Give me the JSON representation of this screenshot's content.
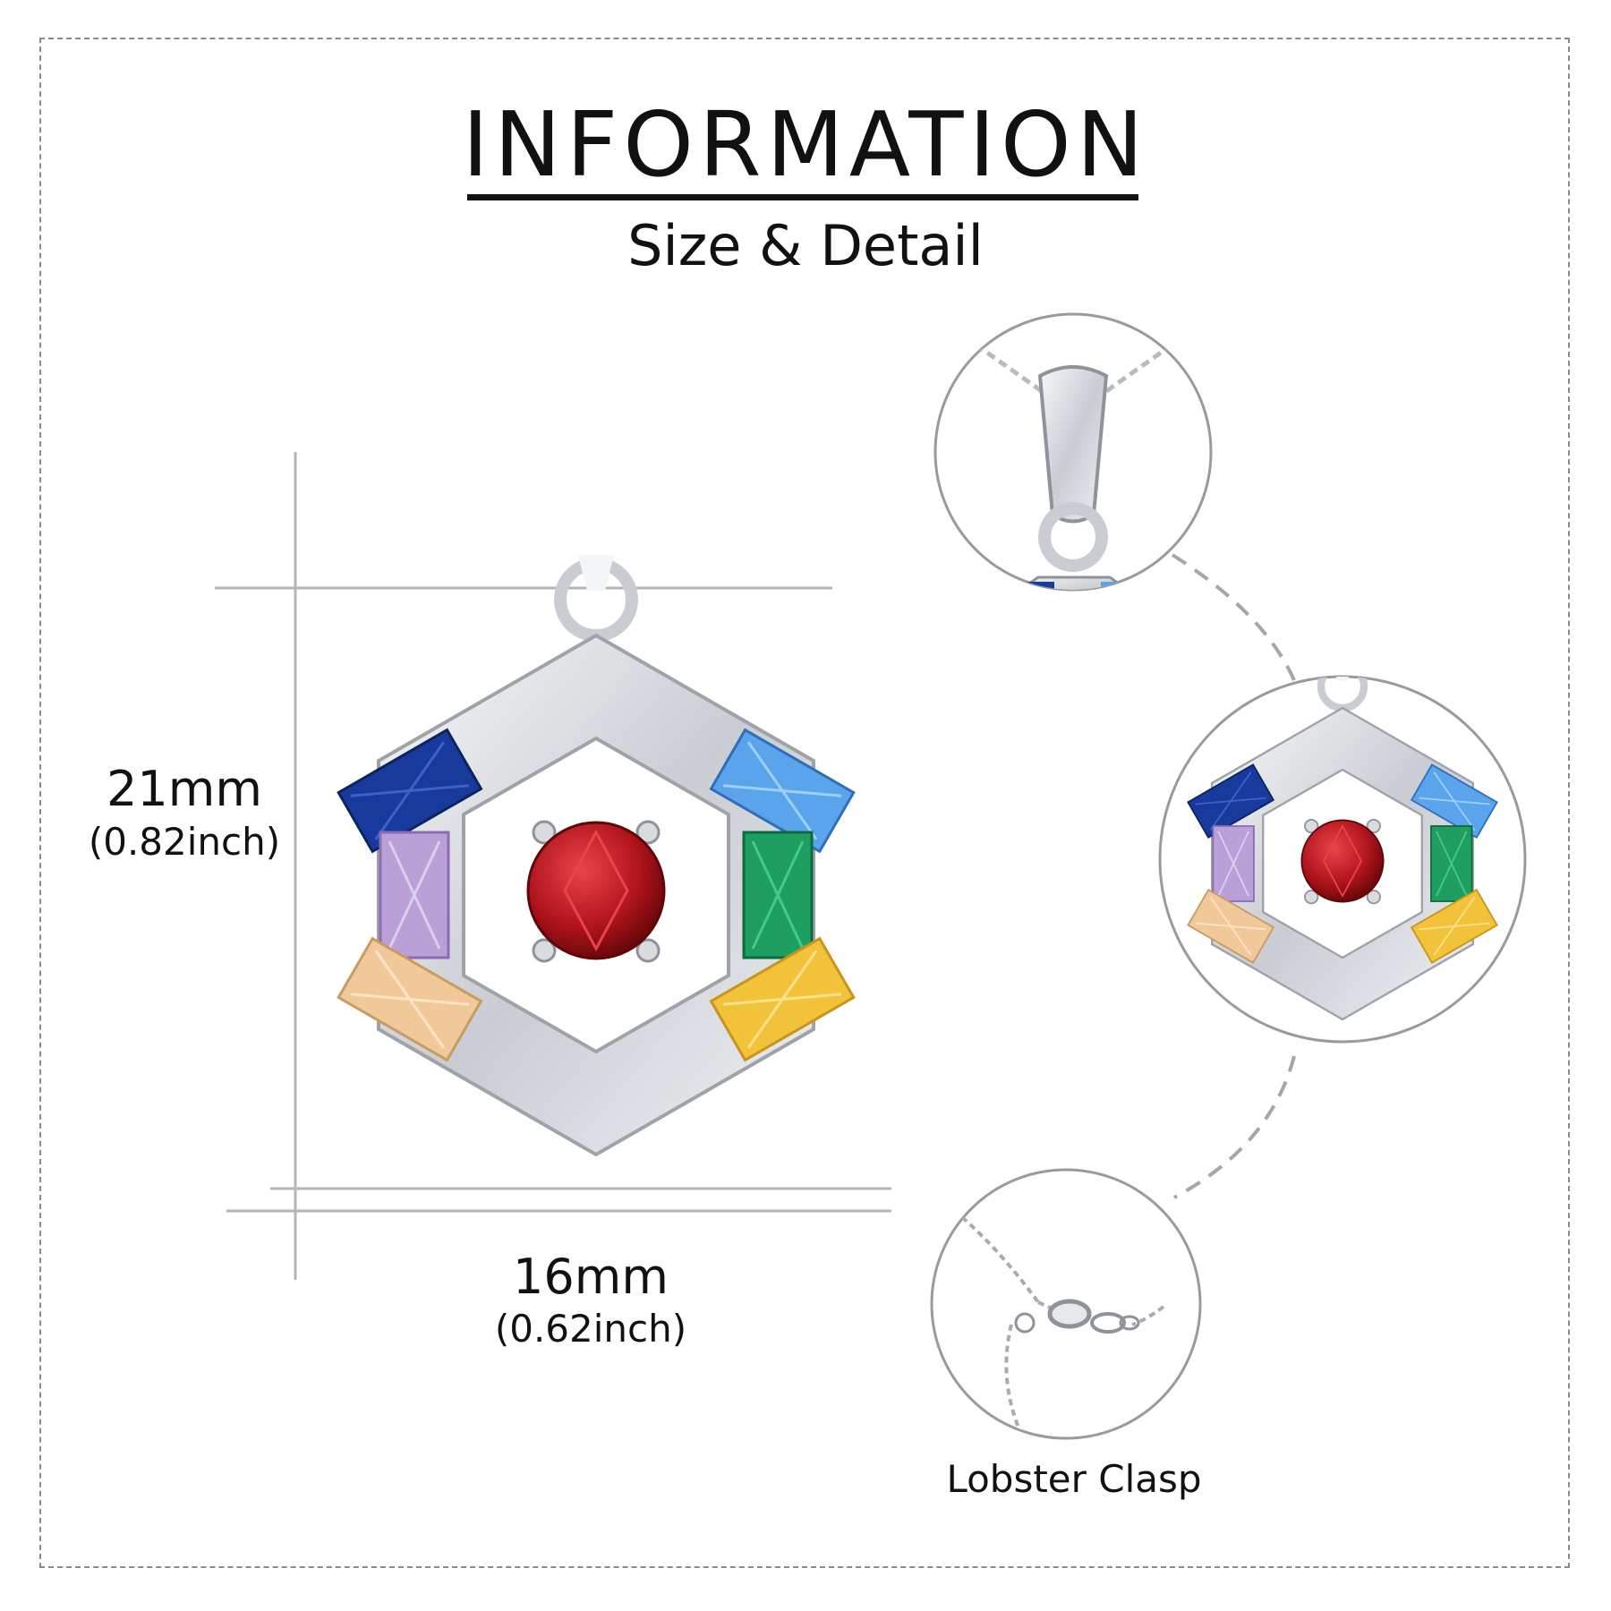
{
  "header": {
    "title": "INFORMATION",
    "subtitle": "Size & Detail"
  },
  "dimensions": {
    "height_mm": "21mm",
    "height_in": "(0.82inch)",
    "width_mm": "16mm",
    "width_in": "(0.62inch)"
  },
  "details": {
    "clasp_label": "Lobster Clasp"
  },
  "colors": {
    "frame": "#8a8a8a",
    "guide": "#b4b4b4",
    "silver": "#d9dbdf",
    "sapphire": "#173a9c",
    "aquamarine": "#5aa4ec",
    "emerald": "#1f9e62",
    "amethyst": "#b9a0d6",
    "champagne": "#f0c89a",
    "citrine": "#f2c23a",
    "garnet": "#b0141c"
  }
}
